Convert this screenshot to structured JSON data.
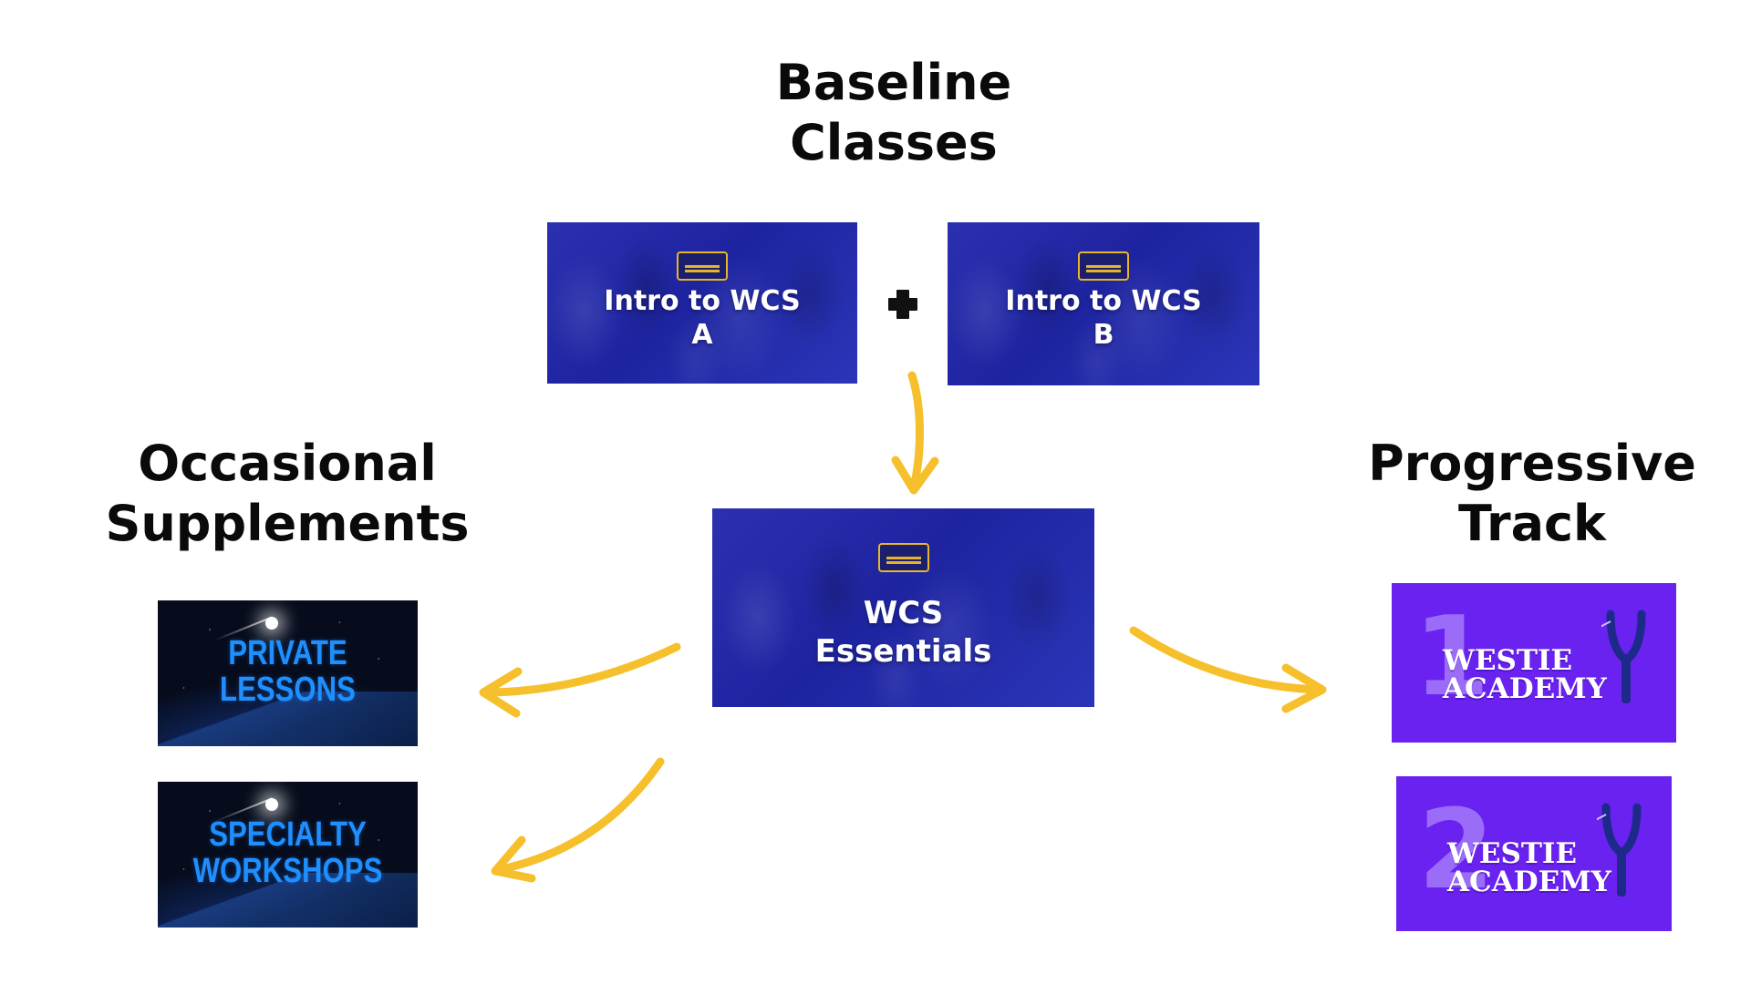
{
  "headings": {
    "baseline": [
      "Baseline",
      "Classes"
    ],
    "occasional": [
      "Occasional",
      "Supplements"
    ],
    "progressive": [
      "Progressive",
      "Track"
    ]
  },
  "cards": {
    "intro_a": [
      "Intro to WCS",
      "A"
    ],
    "intro_b": [
      "Intro to WCS",
      "B"
    ],
    "essentials": [
      "WCS",
      "Essentials"
    ],
    "private": [
      "PRIVATE",
      "LESSONS"
    ],
    "specialty": [
      "SPECIALTY",
      "WORKSHOPS"
    ],
    "academy_1": {
      "number": "1",
      "lines": [
        "WESTIE",
        "ACADEMY"
      ]
    },
    "academy_2": {
      "number": "2",
      "lines": [
        "WESTIE",
        "ACADEMY"
      ]
    }
  },
  "icons": {
    "plus": "plus-icon",
    "badge": "swingsoul-sundays-logo-icon",
    "slingshot": "slingshot-icon"
  },
  "colors": {
    "heading": "#0a0a0a",
    "dance_card": "#2a30b0",
    "academy_card": "#6a22f0",
    "space_text": "#1f8fff",
    "arrow": "#f6c02c",
    "badge": "#e8b52a"
  }
}
